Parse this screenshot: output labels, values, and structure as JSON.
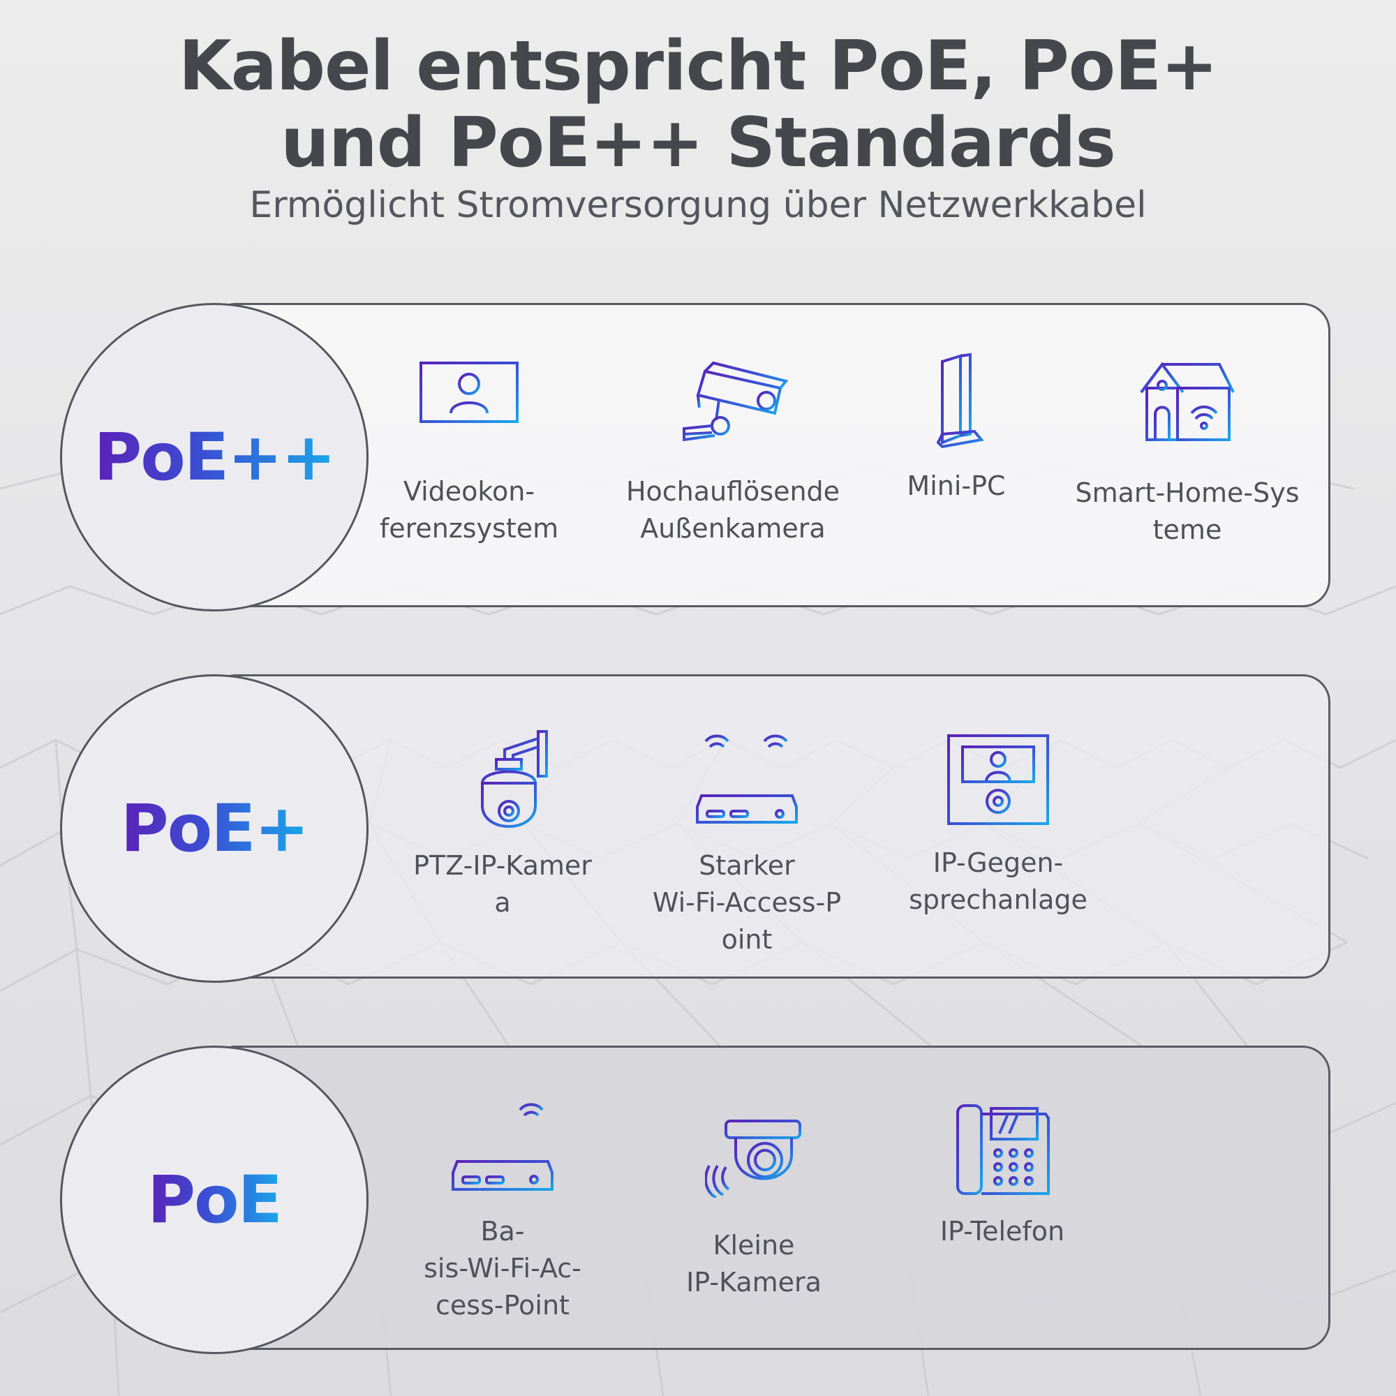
{
  "header": {
    "title_line1": "Kabel entspricht PoE, PoE+",
    "title_line2": "und PoE++ Standards",
    "subtitle": "Ermöglicht Stromversorgung über Netzwerkkabel"
  },
  "colors": {
    "gradient_start": "#5a22b8",
    "gradient_end": "#1aa7ea",
    "text": "#46474c"
  },
  "rows": [
    {
      "standard": "PoE++",
      "items": [
        {
          "icon": "video-conference-icon",
          "label": "Videokon-\nferenzsystem"
        },
        {
          "icon": "security-camera-icon",
          "label": "Hochauflösende\nAußenkamera"
        },
        {
          "icon": "mini-pc-icon",
          "label": "Mini-PC"
        },
        {
          "icon": "smart-home-icon",
          "label": "Smart-Home-Sys\nteme"
        }
      ]
    },
    {
      "standard": "PoE+",
      "items": [
        {
          "icon": "ptz-camera-icon",
          "label": "PTZ-IP-Kamer\na"
        },
        {
          "icon": "wifi-router-icon",
          "label": "Starker\nWi-Fi-Access-P\noint"
        },
        {
          "icon": "intercom-icon",
          "label": "IP-Gegen-\nsprechanlage"
        }
      ]
    },
    {
      "standard": "PoE",
      "items": [
        {
          "icon": "access-point-icon",
          "label": "Ba-\nsis-Wi-Fi-Ac-\ncess-Point"
        },
        {
          "icon": "dome-camera-icon",
          "label": "Kleine\nIP-Kamera"
        },
        {
          "icon": "ip-phone-icon",
          "label": "IP-Telefon"
        }
      ]
    }
  ]
}
